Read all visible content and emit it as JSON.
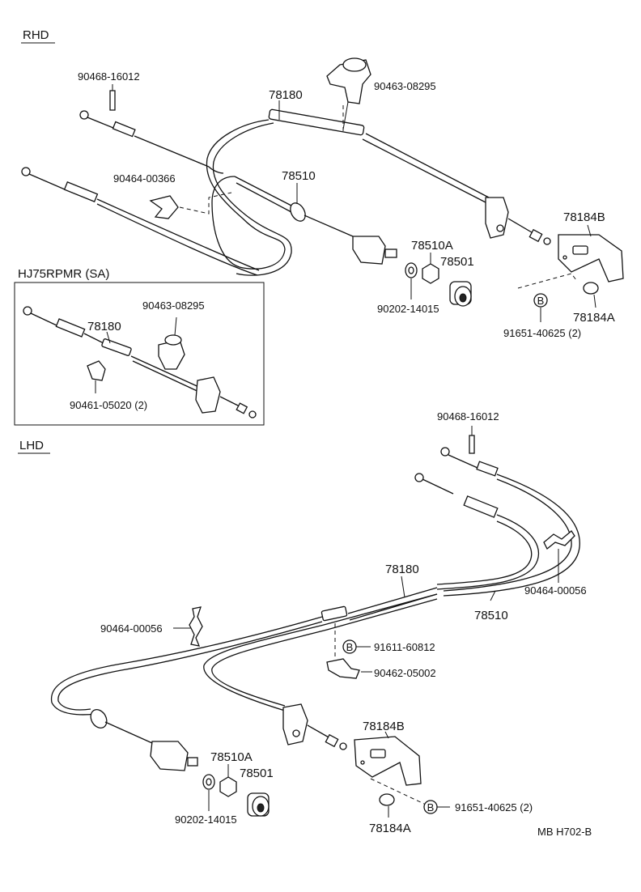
{
  "sections": {
    "rhd": "RHD",
    "hj75": "HJ75RPMR (SA)",
    "lhd": "LHD"
  },
  "labels": {
    "rhd_90468_16012": "90468-16012",
    "rhd_90463_08295": "90463-08295",
    "rhd_78180": "78180",
    "rhd_90464_00366": "90464-00366",
    "rhd_78510": "78510",
    "rhd_78184B": "78184B",
    "rhd_78510A": "78510A",
    "rhd_78501": "78501",
    "rhd_90202_14015": "90202-14015",
    "rhd_B": "B",
    "rhd_91651_40625": "91651-40625 (2)",
    "rhd_78184A": "78184A",
    "hj_90463_08295": "90463-08295",
    "hj_78180": "78180",
    "hj_90461_05020": "90461-05020 (2)",
    "lhd_90468_16012": "90468-16012",
    "lhd_90464_00056_r": "90464-00056",
    "lhd_78180": "78180",
    "lhd_78510": "78510",
    "lhd_90464_00056_l": "90464-00056",
    "lhd_B1": "B",
    "lhd_91611_60812": "91611-60812",
    "lhd_90462_05002": "90462-05002",
    "lhd_78184B": "78184B",
    "lhd_78510A": "78510A",
    "lhd_78501": "78501",
    "lhd_90202_14015": "90202-14015",
    "lhd_B2": "B",
    "lhd_91651_40625": "91651-40625 (2)",
    "lhd_78184A": "78184A",
    "code": "MB  H702-B"
  }
}
